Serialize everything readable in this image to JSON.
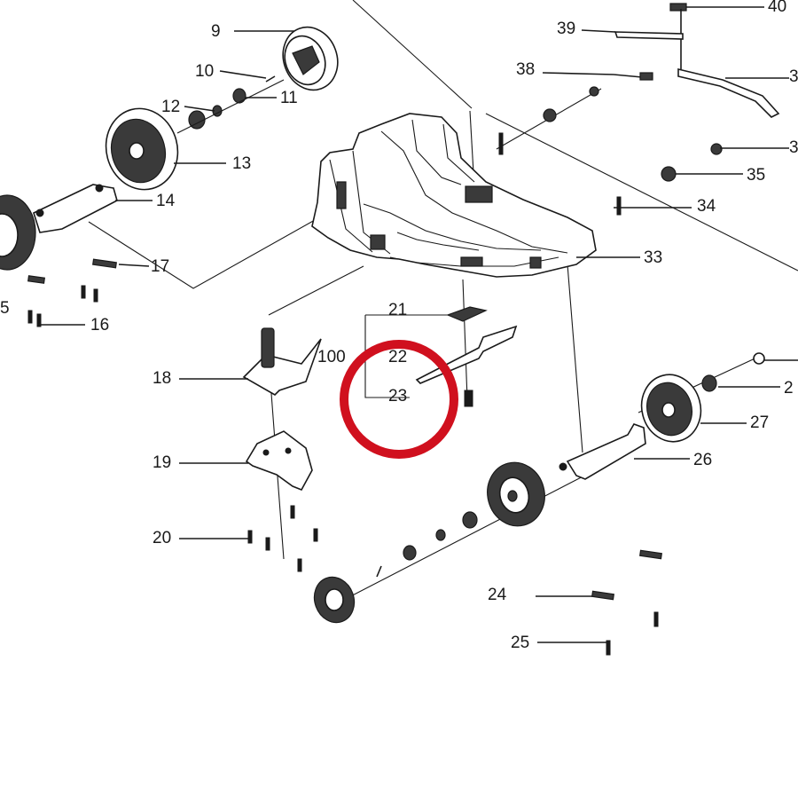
{
  "diagram": {
    "highlight_color": "#d0101e",
    "line_color": "#1a1a1a",
    "labels": {
      "l9": "9",
      "l10": "10",
      "l11": "11",
      "l12": "12",
      "l13": "13",
      "l14": "14",
      "l15": "5",
      "l16": "16",
      "l17": "17",
      "l18": "18",
      "l19": "19",
      "l20": "20",
      "l21": "21",
      "l100": "100",
      "l22": "22",
      "l23": "23",
      "l24": "24",
      "l25": "25",
      "l26": "26",
      "l27": "27",
      "l28": "2",
      "l33": "33",
      "l34": "34",
      "l35": "35",
      "l36": "3",
      "l37": "3",
      "l38": "38",
      "l39": "39",
      "l40": "40"
    }
  }
}
